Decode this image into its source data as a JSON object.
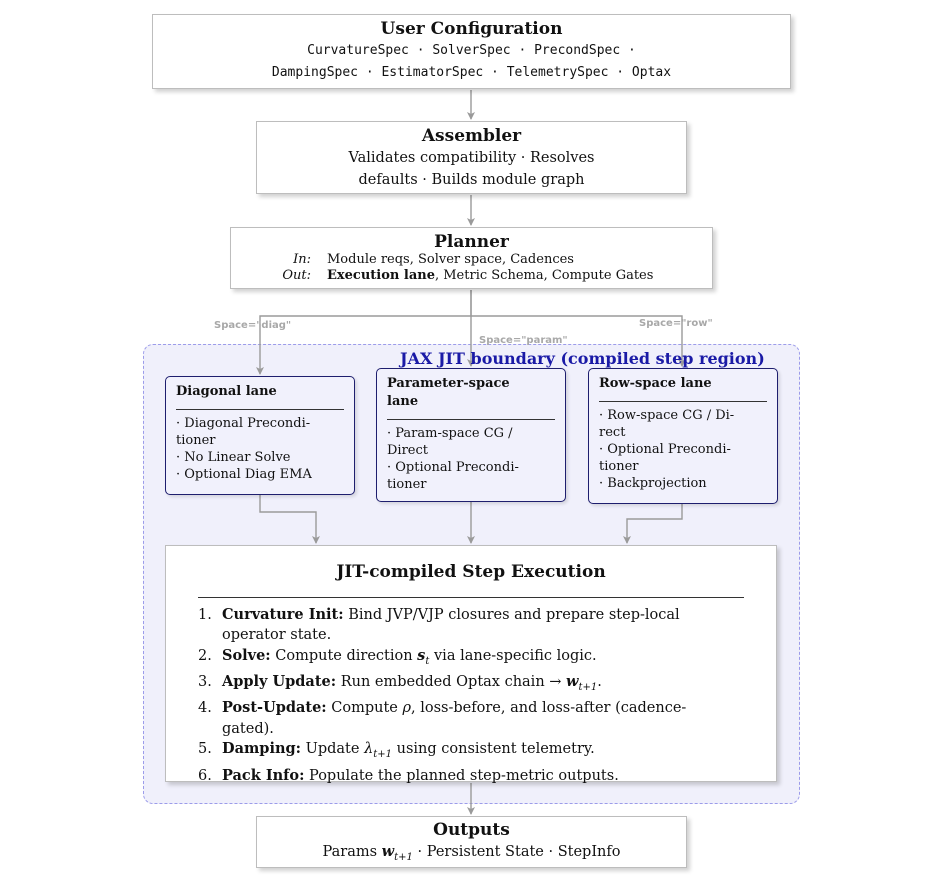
{
  "user_config": {
    "title": "User Configuration",
    "line1": "CurvatureSpec · SolverSpec · PrecondSpec ·",
    "line2": "DampingSpec · EstimatorSpec · TelemetrySpec · Optax"
  },
  "assembler": {
    "title": "Assembler",
    "line1": "Validates compatibility · Resolves",
    "line2": "defaults · Builds module graph"
  },
  "planner": {
    "title": "Planner",
    "in_key": "In:",
    "in_value": "Module reqs, Solver space, Cadences",
    "out_key": "Out:",
    "out_bold": "Execution lane",
    "out_rest": ", Metric Schema, Compute Gates"
  },
  "space_labels": {
    "diag": "Space=\"diag\"",
    "param": "Space=\"param\"",
    "row": "Space=\"row\""
  },
  "jit_boundary": {
    "label": "JAX JIT boundary (compiled step region)"
  },
  "lanes": {
    "diagonal": {
      "title": "Diagonal lane",
      "items": [
        "· Diagonal Precondi-",
        "tioner",
        "· No Linear Solve",
        "· Optional Diag EMA"
      ]
    },
    "parameter": {
      "title_line1": "Parameter-space",
      "title_line2": "lane",
      "items": [
        "· Param-space CG /",
        "Direct",
        "· Optional Precondi-",
        "tioner"
      ]
    },
    "row": {
      "title": "Row-space lane",
      "items": [
        "· Row-space CG / Di-",
        "rect",
        "· Optional Precondi-",
        "tioner",
        "· Backprojection"
      ]
    }
  },
  "execution": {
    "title": "JIT-compiled Step Execution",
    "steps": [
      {
        "num": "1.",
        "bold": "Curvature Init:",
        "text": " Bind JVP/VJP closures and prepare step-local",
        "cont": "operator state."
      },
      {
        "num": "2.",
        "bold": "Solve:",
        "pre": " Compute direction ",
        "math": "s",
        "sub": "t",
        "post": " via lane-specific logic."
      },
      {
        "num": "3.",
        "bold": "Apply Update:",
        "pre": " Run embedded Optax chain → ",
        "math": "w",
        "sub": "t+1",
        "post": "."
      },
      {
        "num": "4.",
        "bold": "Post-Update:",
        "pre": " Compute ",
        "math": "ρ",
        "post": ", loss-before, and loss-after (cadence-",
        "cont": "gated)."
      },
      {
        "num": "5.",
        "bold": "Damping:",
        "pre": " Update ",
        "math": "λ",
        "sub": "t+1",
        "post": " using consistent telemetry."
      },
      {
        "num": "6.",
        "bold": "Pack Info:",
        "text": " Populate the planned step-metric outputs."
      }
    ]
  },
  "outputs": {
    "title": "Outputs",
    "params_label": "Params ",
    "params_math": "w",
    "params_sub": "t+1",
    "rest": " · Persistent State · StepInfo"
  },
  "colors": {
    "jit_fill": "#f0f0fb",
    "jit_border": "#9c9cea",
    "jit_label": "#1a1aa6",
    "lane_border": "#1e1e6e",
    "arrow": "#9a9a9a"
  }
}
